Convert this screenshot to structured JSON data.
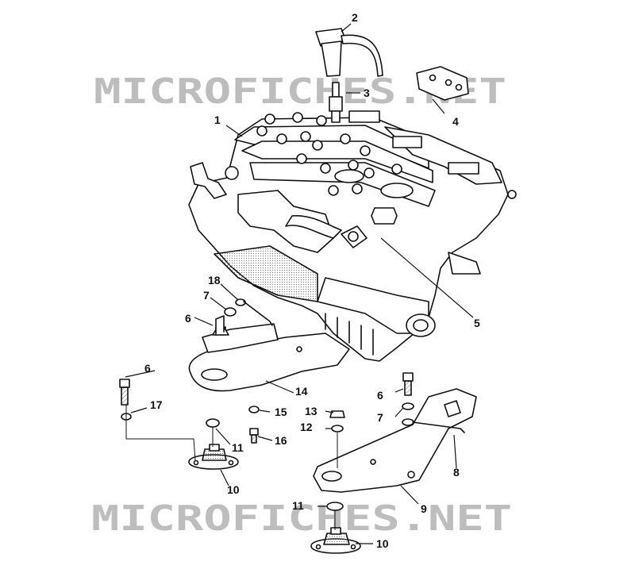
{
  "watermark": {
    "text": "MICROFICHES.NET",
    "color": "#b9b9b9"
  },
  "colors": {
    "line": "#111111",
    "fill": "#ffffff",
    "shade": "#d9d9d9"
  },
  "callouts": {
    "c1": "1",
    "c2": "2",
    "c3": "3",
    "c4": "4",
    "c5": "5",
    "c6a": "6",
    "c6b": "6",
    "c6c": "6",
    "c7a": "7",
    "c7b": "7",
    "c8": "8",
    "c9": "9",
    "c10a": "10",
    "c10b": "10",
    "c11a": "11",
    "c11b": "11",
    "c12": "12",
    "c13": "13",
    "c14": "14",
    "c15": "15",
    "c16": "16",
    "c17": "17",
    "c18": "18"
  }
}
